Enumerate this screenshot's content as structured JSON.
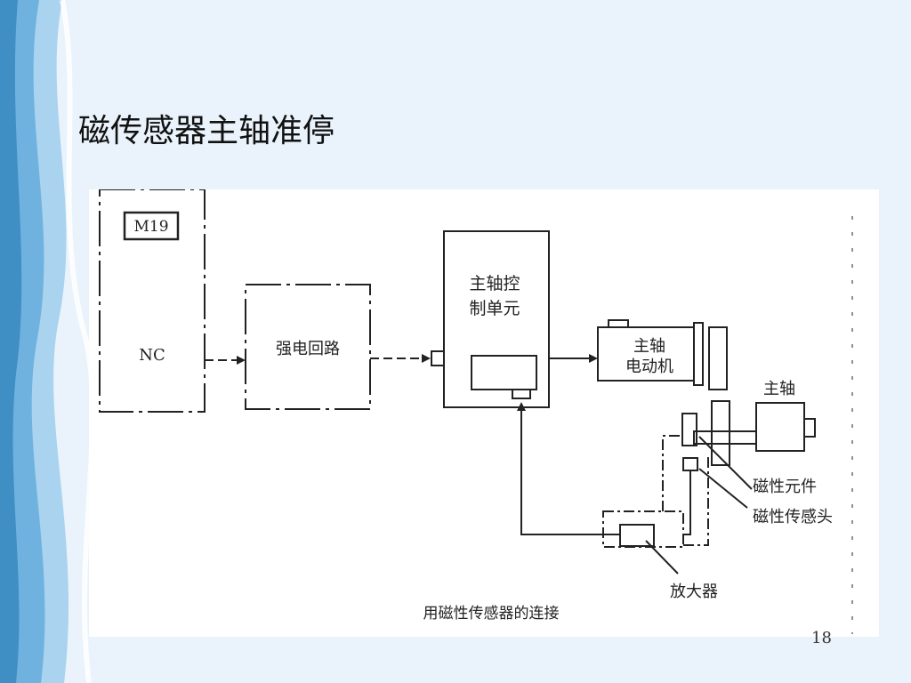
{
  "slide": {
    "title": "磁传感器主轴准停",
    "page_number": "18"
  },
  "diagram": {
    "caption": "用磁性传感器的连接",
    "nodes": {
      "nc_tag": "M19",
      "nc": "NC",
      "power_circuit": "强电回路",
      "spindle_control_line1": "主轴控",
      "spindle_control_line2": "制单元",
      "motor_line1": "主轴",
      "motor_line2": "电动机",
      "spindle": "主轴",
      "magnetic_element": "磁性元件",
      "magnetic_sensor_head": "磁性传感头",
      "amplifier": "放大器"
    }
  },
  "colors": {
    "background": "#eaf3fb",
    "wave_dark": "#3f8fc4",
    "wave_light": "#a9d3ee",
    "line": "#222222"
  }
}
